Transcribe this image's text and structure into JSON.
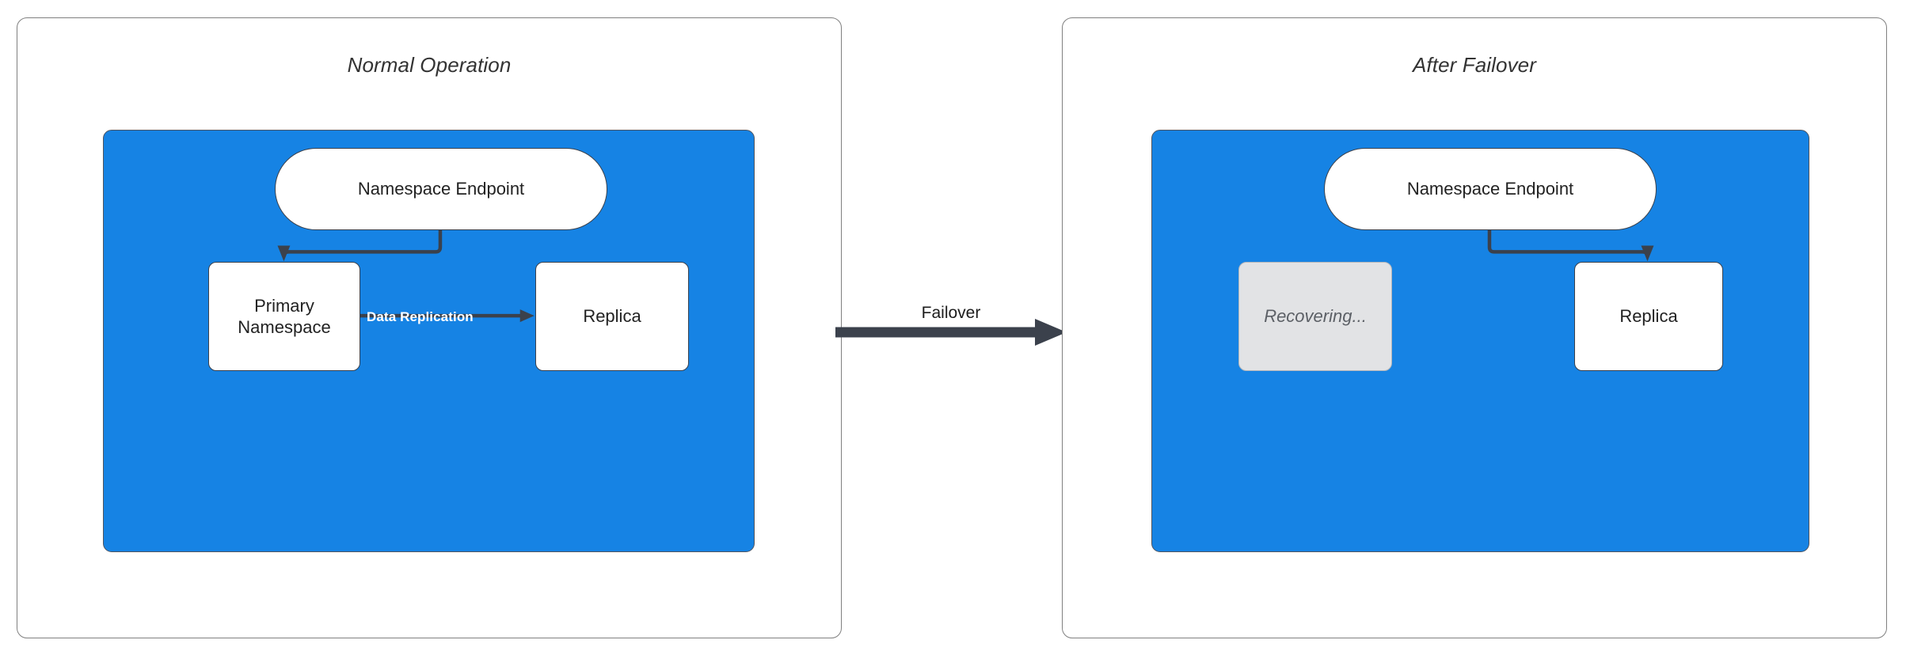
{
  "diagram": {
    "title_left": "Normal Operation",
    "title_right": "After Failover",
    "transition_label": "Failover",
    "colors": {
      "blue_region": "#1683e4",
      "node_fill": "#ffffff",
      "node_stroke": "#3b414c",
      "dim_node_fill": "#e2e3e5",
      "dim_node_text": "#5c6066",
      "edge": "#3b414c",
      "panel_border": "#808080",
      "edge_label_text": "#ffffff"
    }
  },
  "panels": [
    {
      "id": "normal-operation",
      "title": "Normal Operation",
      "nodes": [
        {
          "id": "endpoint",
          "label": "Namespace Endpoint",
          "shape": "pill",
          "state": "active"
        },
        {
          "id": "primary",
          "label": "Primary\nNamespace",
          "line1": "Primary",
          "line2": "Namespace",
          "shape": "rect",
          "state": "active"
        },
        {
          "id": "replica",
          "label": "Replica",
          "shape": "rect",
          "state": "active"
        }
      ],
      "edges": [
        {
          "from": "endpoint",
          "to": "primary",
          "label": ""
        },
        {
          "from": "primary",
          "to": "replica",
          "label": "Data Replication"
        }
      ]
    },
    {
      "id": "after-failover",
      "title": "After Failover",
      "nodes": [
        {
          "id": "endpoint",
          "label": "Namespace Endpoint",
          "shape": "pill",
          "state": "active"
        },
        {
          "id": "recovering",
          "label": "Recovering...",
          "shape": "rect",
          "state": "disabled"
        },
        {
          "id": "replica",
          "label": "Replica",
          "shape": "rect",
          "state": "active"
        }
      ],
      "edges": [
        {
          "from": "endpoint",
          "to": "replica",
          "label": ""
        }
      ]
    }
  ]
}
